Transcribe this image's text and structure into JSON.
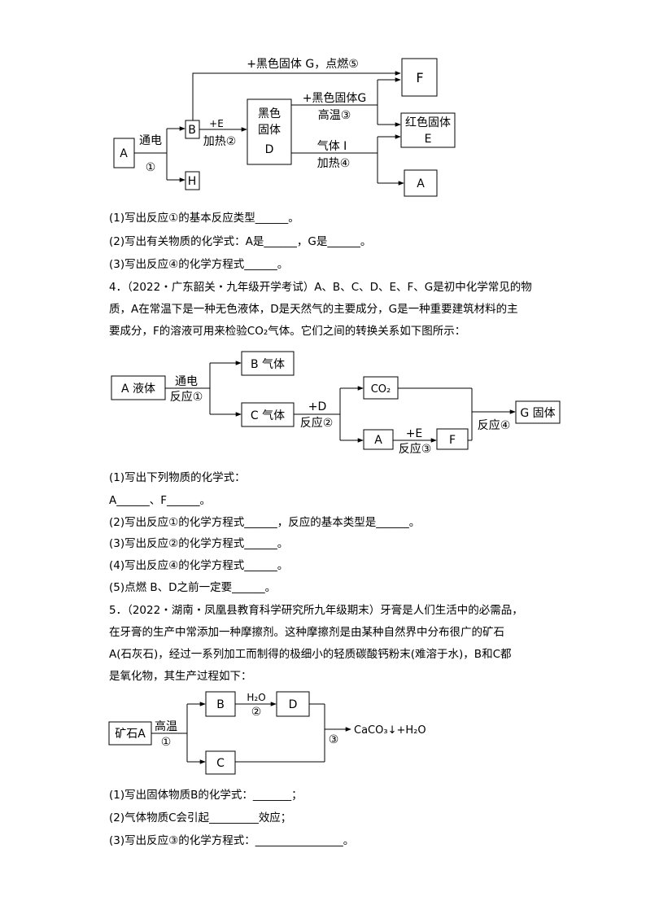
{
  "diagram1": {
    "node_a": "A",
    "node_b": "B",
    "node_h": "H",
    "node_d_line1": "黑色",
    "node_d_line2": "固体",
    "node_d_line3": "D",
    "node_f": "F",
    "node_e_line1": "红色固体",
    "node_e_line2": "E",
    "node_a2": "A",
    "label_electrolysis": "通电",
    "label_r1": "①",
    "label_plus_e": "+E",
    "label_heat2": "加热②",
    "label_top": "+黑色固体 G，点燃⑤",
    "label_plus_g": "+黑色固体G",
    "label_high3": "高温③",
    "label_gas_i": "气体 I",
    "label_heat4": "加热④"
  },
  "questions1": [
    {
      "text": "(1)写出反应①的基本反应类型",
      "blank": "______",
      "end": "。"
    },
    {
      "pre": "(2)写出有关物质的化学式：A是",
      "b1": "______",
      "mid": "，G是",
      "b2": "______",
      "end": "。"
    },
    {
      "text": "(3)写出反应④的化学方程式",
      "blank": "______",
      "end": "。"
    }
  ],
  "problem4": {
    "lines": [
      "4．（2022・广东韶关・九年级开学考试）A、B、C、D、E、F、G是初中化学常见的物",
      "质，A在常温下是一种无色液体，D是天然气的主要成分，G是一种重要建筑材料的主",
      "要成分，F的溶液可用来检验CO₂气体。它们之间的转换关系如下图所示："
    ]
  },
  "diagram2": {
    "node_a_liquid": "A 液体",
    "node_b_gas": "B 气体",
    "node_c_gas": "C 气体",
    "node_co2": "CO₂",
    "node_a": "A",
    "node_f": "F",
    "node_g_solid": "G 固体",
    "label_electrolysis": "通电",
    "label_r1": "反应①",
    "label_plus_d": "+D",
    "label_r2": "反应②",
    "label_plus_e": "+E",
    "label_r3": "反应③",
    "label_r4": "反应④"
  },
  "questions2": [
    {
      "text": "(1)写出下列物质的化学式："
    },
    {
      "pre": "A",
      "b1": "______",
      "mid": "、F",
      "b2": "______",
      "end": "。"
    },
    {
      "pre": "(2)写出反应①的化学方程式",
      "b1": "______",
      "mid": "，反应的基本类型是",
      "b2": "______",
      "end": "。"
    },
    {
      "text": "(3)写出反应②的化学方程式",
      "blank": "______",
      "end": "。"
    },
    {
      "text": "(4)写出反应④的化学方程式",
      "blank": "______",
      "end": "。"
    },
    {
      "text": "(5)点燃 B、D之前一定要",
      "blank": "______",
      "end": "。"
    }
  ],
  "problem5": {
    "lines": [
      "5．（2022・湖南・凤凰县教育科学研究所九年级期末）牙膏是人们生活中的必需品，",
      "在牙膏的生产中常添加一种摩擦剂。这种摩擦剂是由某种自然界中分布很广的矿石",
      "A(石灰石)，经过一系列加工而制得的极细小的轻质碳酸钙粉末(难溶于水)，B和C都",
      "是氧化物，其生产过程如下："
    ]
  },
  "diagram3": {
    "node_ore": "矿石A",
    "node_b": "B",
    "node_c": "C",
    "node_d": "D",
    "label_high": "高温",
    "label_r1": "①",
    "label_h2o": "H₂O",
    "label_r2": "②",
    "label_r3": "③",
    "label_product": "CaCO₃↓+H₂O"
  },
  "questions3": [
    {
      "text": "(1)写出固体物质B的化学式：",
      "blank": "_______",
      "end": "；"
    },
    {
      "pre": "(2)气体物质C会引起",
      "b1": "_________",
      "mid": "效应；"
    },
    {
      "text": "(3)写出反应③的化学方程式：",
      "blank": "________________",
      "end": "。"
    }
  ]
}
